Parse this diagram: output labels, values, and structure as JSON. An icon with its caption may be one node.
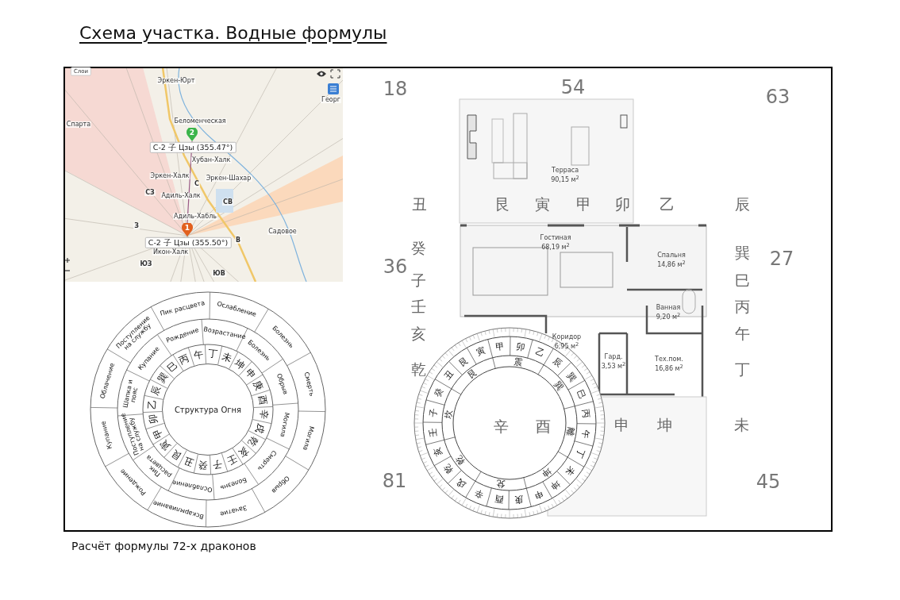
{
  "diagram": {
    "title": "Схема участка. Водные формулы",
    "caption": "Расчёт формулы 72-х драконов",
    "nodes": [
      {
        "text": [
          "1"
        ],
        "beside": [
          "С-2 子 Цзы (355.50°)"
        ]
      },
      {
        "text": [
          "2"
        ],
        "beside": [
          "С-2 子 Цзы (355.47°)"
        ]
      },
      {
        "text": [
          "Структура Огня"
        ]
      }
    ],
    "edges": [
      {
        "from": 0,
        "to": 1,
        "arrow": "none"
      }
    ],
    "labels": [
      "Слои",
      "Эркен-Юрт",
      "Спарта",
      "Беломенческая",
      "Хубан-Халк",
      "Эркен-Халк",
      "Эркен-Шахар",
      "С",
      "СЗ",
      "Адиль-Халк",
      "СВ",
      "Георг",
      "Адиль-Хабль",
      "З",
      "В",
      "Садовое",
      "Икон-Халк",
      "ЮЗ",
      "ЮВ",
      "18",
      "54",
      "63",
      "丑",
      "艮",
      "寅",
      "甲",
      "卯",
      "乙",
      "辰",
      "36",
      "27",
      "癸",
      "子",
      "壬",
      "亥",
      "乾",
      "巽",
      "巳",
      "丙",
      "午",
      "丁",
      "辛",
      "酉",
      "申",
      "坤",
      "未",
      "81",
      "45",
      "Терраса",
      "90,15 м$^{2}$",
      "Гостиная",
      "68,19 м$^{2}$",
      "Спальня",
      "14,86 м$^{2}$",
      "Ванная",
      "9,20 м$^{2}$",
      "Коридор",
      "6,95 м$^{2}$",
      "Гард.",
      "3,53 м$^{2}$",
      "Тех.пом.",
      "16,86 м$^{2}$",
      "子",
      "癸",
      "丑",
      "艮",
      "寅",
      "甲",
      "卯",
      "乙",
      "辰",
      "巽",
      "巳",
      "丙",
      "壬",
      "亥",
      "乾",
      "戌",
      "辛",
      "酉",
      "庚",
      "申",
      "坤",
      "未",
      "丁",
      "午",
      "坎",
      "艮",
      "震",
      "巽",
      "乾",
      "兌",
      "坤",
      "離",
      "乙",
      "辰",
      "巽",
      "巳",
      "丙",
      "午",
      "丁",
      "未",
      "坤",
      "申",
      "庚",
      "酉",
      "卯",
      "甲",
      "寅",
      "艮",
      "丑",
      "癸",
      "子",
      "壬",
      "亥",
      "乾",
      "戌",
      "辛",
      "Шапка и пояс",
      "Купание",
      "Рождение",
      "Возрастание",
      "Болезнь",
      "Обрыв",
      "Поступление на службу",
      "Пик расцвета",
      "Ослабление",
      "Болезнь",
      "Смерть",
      "Могила",
      "Облачение",
      "Поступление на службу",
      "Пик расцвета",
      "Ослабление",
      "Болезнь",
      "Смерть",
      "Купание",
      "Рождение",
      "Вскармливание",
      "Зачатие",
      "Обрыв",
      "Могила"
    ]
  }
}
